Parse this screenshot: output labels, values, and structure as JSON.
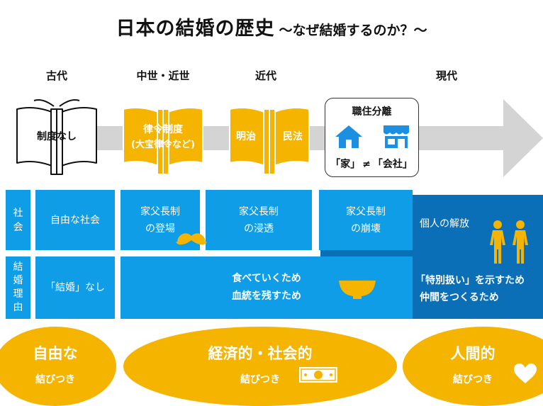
{
  "title": {
    "main": "日本の結婚の歴史",
    "sub": "〜なぜ結婚するのか？〜"
  },
  "eras": {
    "ancient": "古代",
    "medieval": "中世・近世",
    "modern": "近代",
    "contemporary": "現代"
  },
  "books": {
    "ancient": "制度なし",
    "medieval_line1": "律令制度",
    "medieval_line2": "(大宝律令など)",
    "modern_left": "明治",
    "modern_right": "民法"
  },
  "separation": {
    "title": "職住分離",
    "equation_left": "「家」",
    "equation_op": "≠",
    "equation_right": "「会社」"
  },
  "rows": {
    "society_label": [
      "社",
      "会"
    ],
    "reason_label": [
      "結",
      "婚",
      "理",
      "由"
    ]
  },
  "society": {
    "ancient": "自由な社会",
    "medieval": [
      "家父長制",
      "の登場"
    ],
    "modern": [
      "家父長制",
      "の浸透"
    ],
    "separation": [
      "家父長制",
      "の崩壊"
    ],
    "contemporary": "個人の解放"
  },
  "reason": {
    "ancient": "「結婚」なし",
    "middle": [
      "食べていくため",
      "血統を残すため"
    ],
    "contemporary": [
      "「特別扱い」を示すため",
      "仲間をつくるため"
    ]
  },
  "bonds": {
    "free": {
      "big": "自由な",
      "small": "結びつき"
    },
    "economic": {
      "big": "経済的・社会的",
      "small": "結びつき"
    },
    "human": {
      "big": "人間的",
      "small": "結びつき"
    }
  },
  "colors": {
    "blue": "#0f9de8",
    "dark_blue": "#0b6fb7",
    "gold": "#f5b400",
    "arrow": "#d4d4d4"
  }
}
